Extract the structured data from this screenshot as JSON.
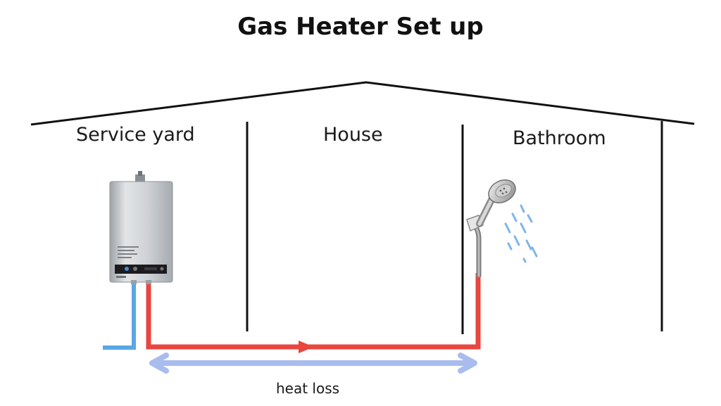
{
  "title": "Gas Heater Set up",
  "rooms": [
    "Service yard",
    "House",
    "Bathroom"
  ],
  "annotation": "heat loss",
  "colors": {
    "outline": "#111111",
    "hot_pipe": "#e8463f",
    "cold_pipe": "#5aa6e6",
    "heat_loss_arrow": "#a9bcee",
    "water_drops": "#7fb5e8"
  },
  "icons": [
    "gas-water-heater-icon",
    "handheld-shower-icon"
  ]
}
